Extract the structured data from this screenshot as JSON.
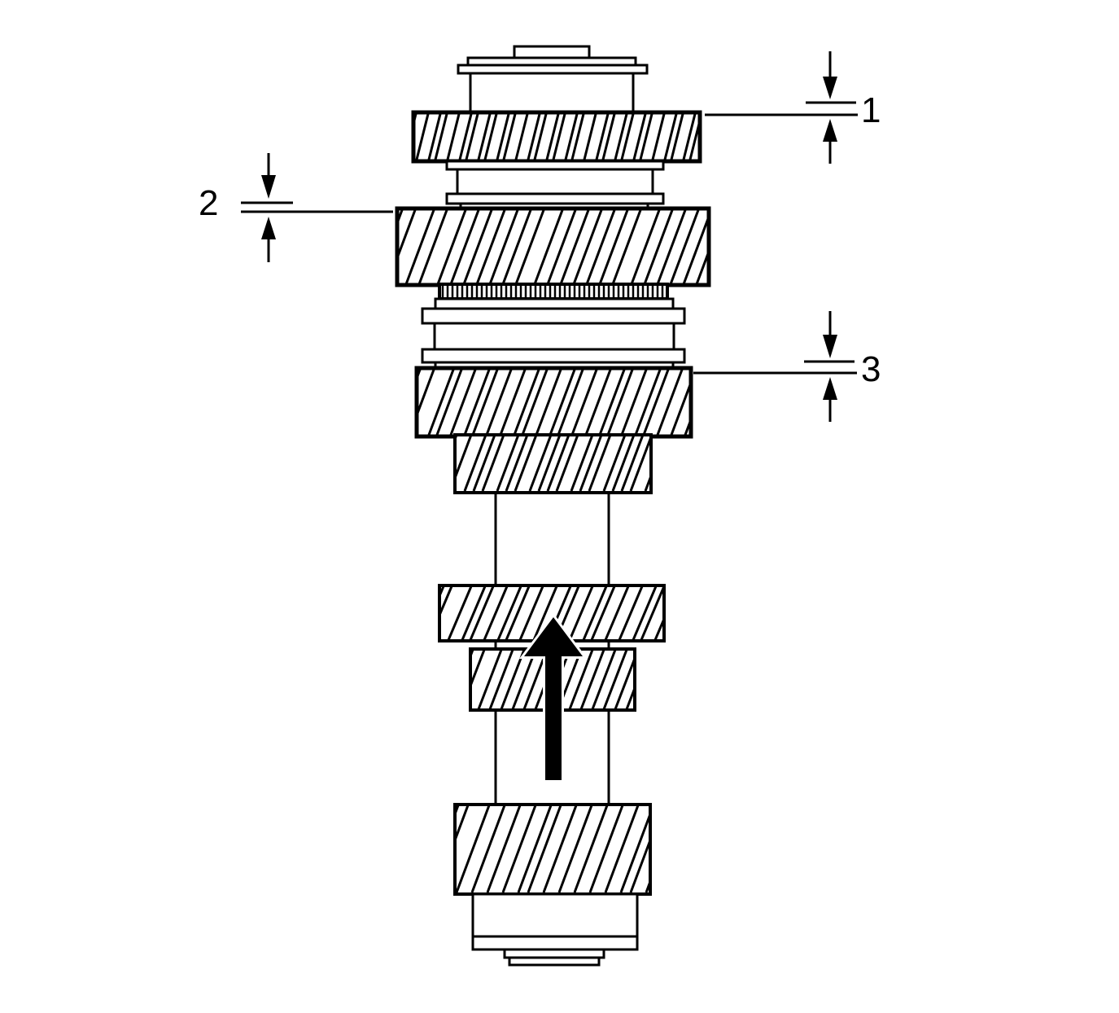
{
  "diagram": {
    "colors": {
      "ink": "#000000",
      "paper": "#ffffff"
    },
    "callouts": [
      {
        "id": "1",
        "label": "1"
      },
      {
        "id": "2",
        "label": "2"
      },
      {
        "id": "3",
        "label": "3"
      }
    ],
    "arrow": {
      "direction": "up",
      "icon": "up-arrow"
    }
  }
}
